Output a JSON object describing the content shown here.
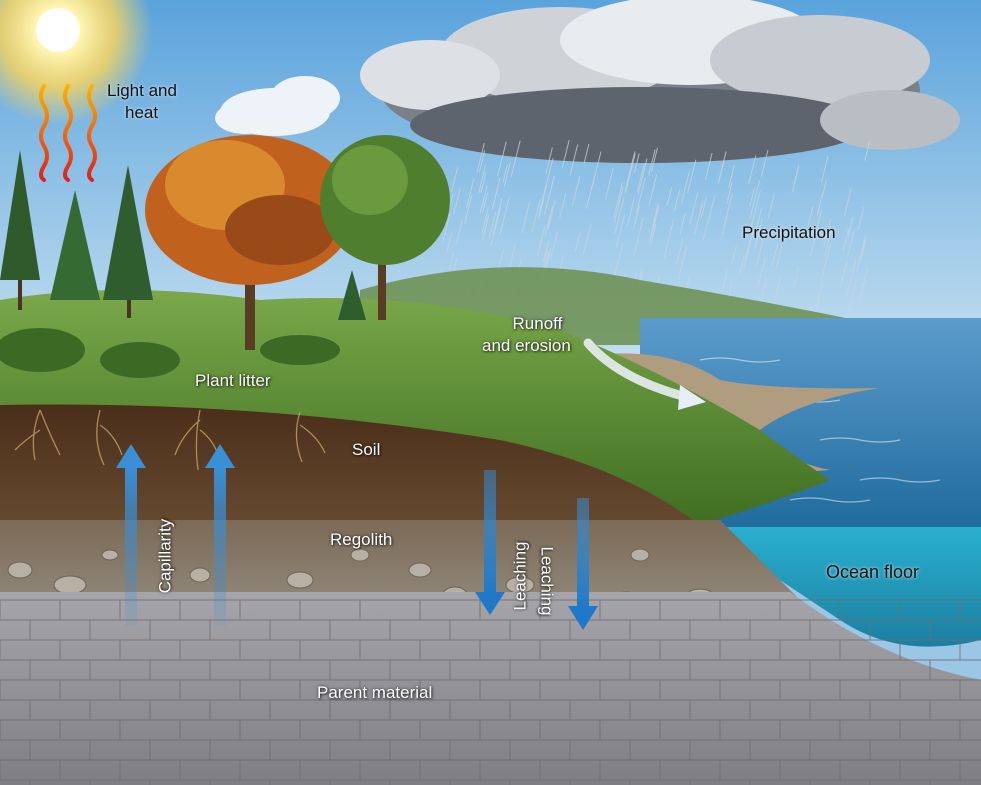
{
  "labels": {
    "light_heat_line1": "Light and",
    "light_heat_line2": "heat",
    "precipitation": "Precipitation",
    "runoff_line1": "Runoff",
    "runoff_line2": "and erosion",
    "plant_litter": "Plant litter",
    "soil": "Soil",
    "regolith": "Regolith",
    "capillarity": "Capillarity",
    "leaching": "Leaching",
    "ocean_floor": "Ocean floor",
    "parent_material": "Parent material"
  },
  "colors": {
    "sky": "#8fc1e8",
    "cloud": "#6a6f78",
    "grass": "#5f8f2e",
    "soil": "#5a3a22",
    "regolith": "#7a6a58",
    "bedrock": "#9a9a9e",
    "ocean": "#2f7fb0",
    "ocean_floor": "#2aa3c4",
    "arrow": "#3a8fd6"
  },
  "icons": {
    "sun": "sun-icon",
    "heat": "heat-wave-icon",
    "rain": "rain-icon",
    "arrow_up": "arrow-up-icon",
    "arrow_down": "arrow-down-icon",
    "runoff_arrow": "curved-arrow-icon"
  }
}
